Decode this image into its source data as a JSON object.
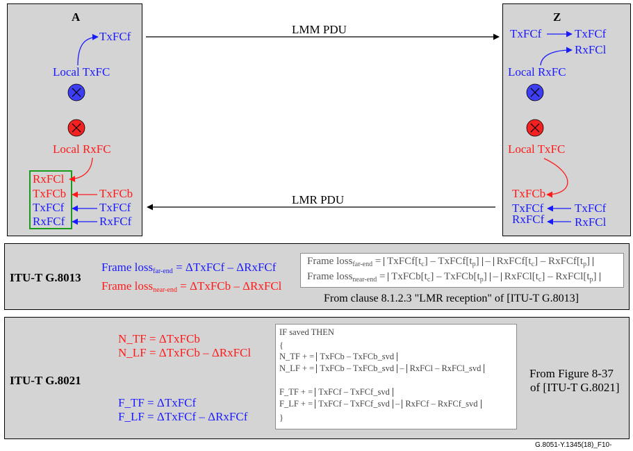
{
  "node_a": {
    "title": "A",
    "txfcf": "TxFCf",
    "local_txfc": "Local TxFC",
    "local_rxfc": "Local RxFC",
    "counters": [
      "RxFCl",
      "TxFCb",
      "TxFCf",
      "RxFCf"
    ],
    "incoming": [
      "TxFCb",
      "TxFCf",
      "RxFCf"
    ]
  },
  "node_z": {
    "title": "Z",
    "txfcf_src": "TxFCf",
    "txfcf_dst": "TxFCf",
    "rxfcl": "RxFCl",
    "local_rxfc": "Local RxFC",
    "local_txfc": "Local TxFC",
    "txfcb": "TxFCb",
    "bottom_left": [
      "TxFCf",
      "RxFCf"
    ],
    "bottom_right": [
      "TxFCf",
      "RxFCl"
    ]
  },
  "messages": {
    "lmm": "LMM PDU",
    "lmr": "LMR PDU"
  },
  "g8013": {
    "label": "ITU-T G.8013",
    "eq_far": {
      "prefix": "Frame loss",
      "sub": "far-end",
      "rhs": " = ΔTxFCf – ΔRxFCf"
    },
    "eq_near": {
      "prefix": "Frame loss",
      "sub": "near-end",
      "rhs": " = ΔTxFCb – ΔRxFCl"
    },
    "formula_far": {
      "prefix": "Frame loss",
      "sub": "far-end",
      "eq": " = ",
      "a": "TxFCf[t",
      "a_sub": "c",
      "b": "] – TxFCf[t",
      "b_sub": "p",
      "c": "]",
      "minus": " – ",
      "d": "RxFCf[t",
      "d_sub": "c",
      "e": "] – RxFCf[t",
      "e_sub": "p",
      "f": "]"
    },
    "formula_near": {
      "prefix": "Frame loss",
      "sub": "near-end",
      "eq": " = ",
      "a": "TxFCb[t",
      "a_sub": "c",
      "b": "] – TxFCb[t",
      "b_sub": "p",
      "c": "]",
      "minus": " – ",
      "d": "RxFCl[t",
      "d_sub": "c",
      "e": "] – RxFCl[t",
      "e_sub": "p",
      "f": "]"
    },
    "source": "From clause 8.1.2.3 \"LMR reception\" of [ITU-T G.8013]"
  },
  "g8021": {
    "label": "ITU-T G.8021",
    "n_tf": "N_TF = ΔTxFCb",
    "n_lf": "N_LF = ΔTxFCb – ΔRxFCl",
    "f_tf": "F_TF = ΔTxFCf",
    "f_lf": "F_LF = ΔTxFCf – ΔRxFCf",
    "code": {
      "line1": "IF saved THEN",
      "open": "{",
      "n_tf_pre": "N_TF + = ",
      "n_tf_abs": "TxFCb – TxFCb_svd",
      "n_lf_pre": "N_LF + = ",
      "n_lf_abs1": "TxFCb – TxFCb_svd",
      "n_lf_mid": " – ",
      "n_lf_abs2": "RxFCl – RxFCl_svd",
      "f_tf_pre": "F_TF + = ",
      "f_tf_abs": "TxFCf – TxFCf_svd",
      "f_lf_pre": "F_LF + = ",
      "f_lf_abs1": "TxFCf – TxFCf_svd",
      "f_lf_mid": " – ",
      "f_lf_abs2": "RxFCf – RxFCf_svd",
      "close": "}"
    },
    "source_line1": "From Figure 8-37",
    "source_line2": "of [ITU-T G.8021]"
  },
  "figure_id": "G.8051-Y.1345(18)_F10-",
  "colors": {
    "blue": "#1a1aff",
    "red": "#ff1a1a",
    "green": "#1a9a1a",
    "panel": "#d4d4d4"
  }
}
